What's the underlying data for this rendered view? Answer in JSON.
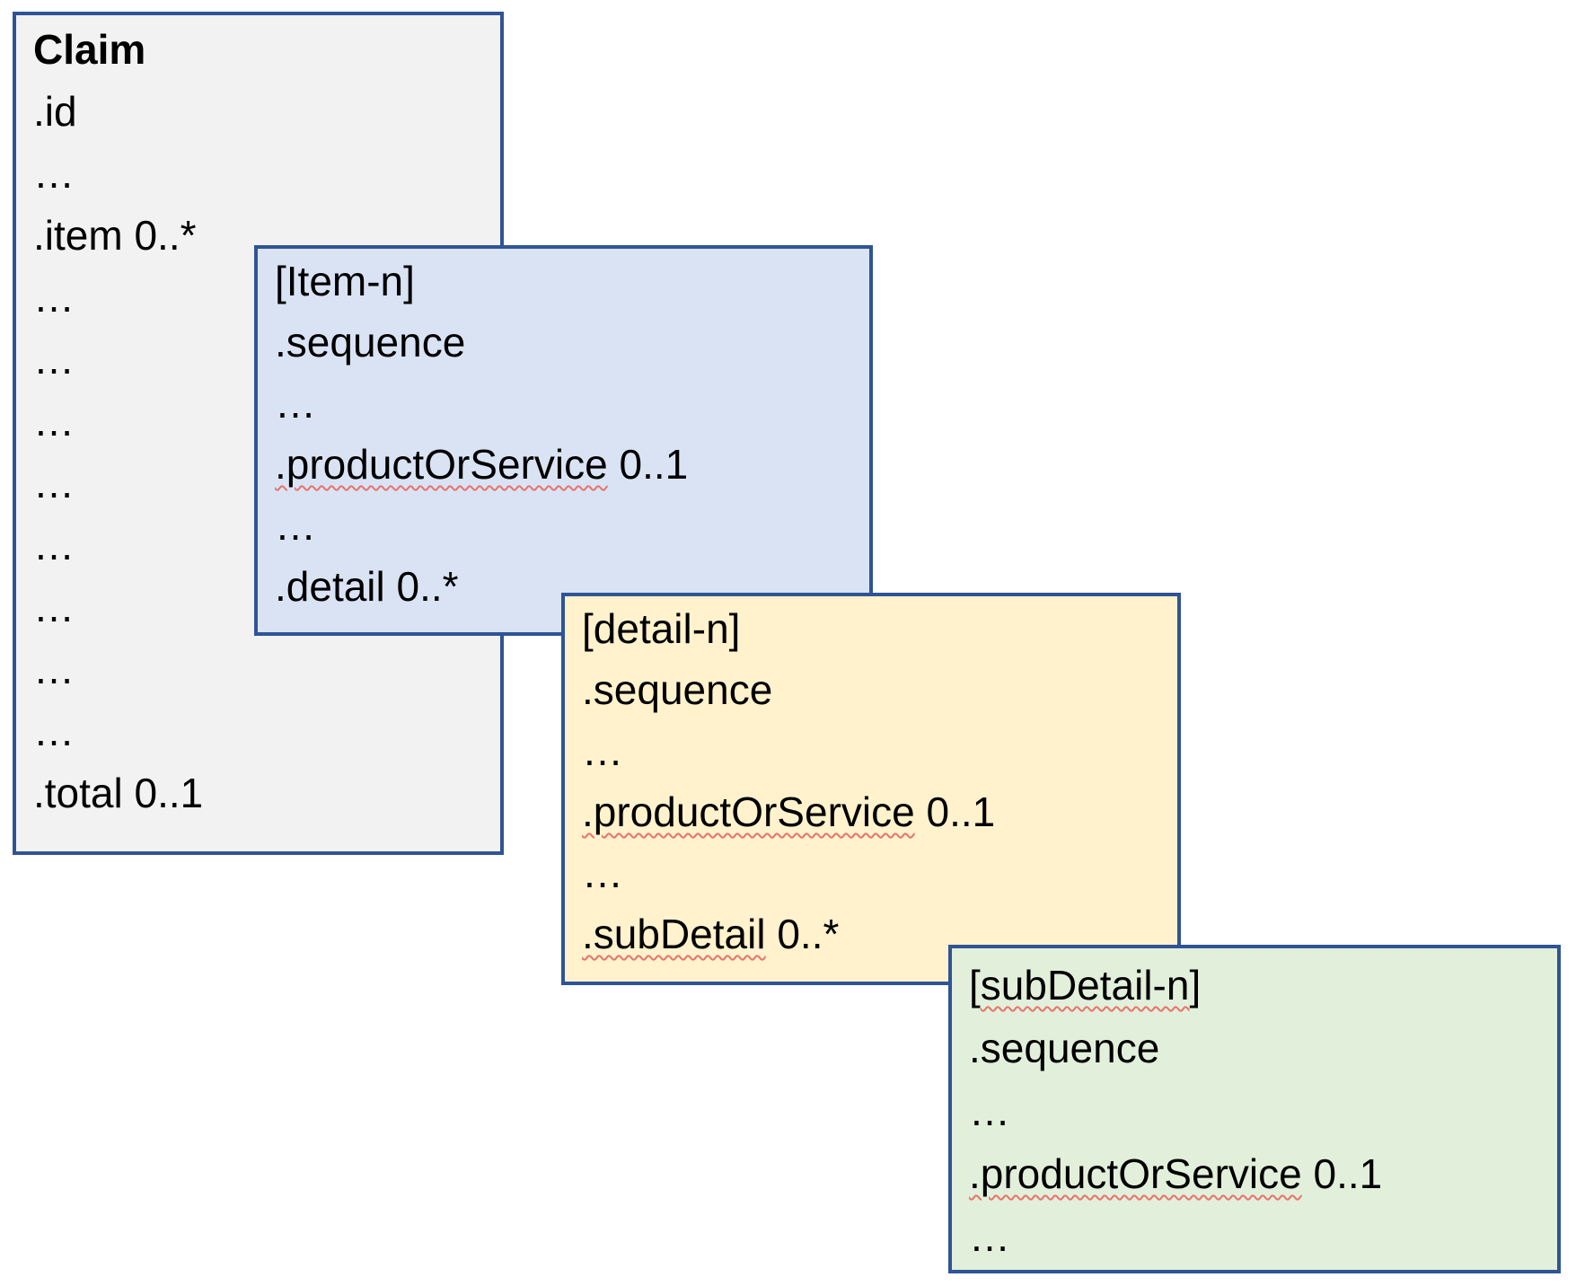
{
  "diagram": {
    "title": "Claim resource nested item structure",
    "border_color": "#2f5496",
    "squiggle_color": "#e8736b",
    "boxes": [
      {
        "name": "claim",
        "fill": "#f2f2f2",
        "lines": [
          {
            "t": "Claim"
          },
          {
            "t": ".id"
          },
          {
            "t": "…"
          },
          {
            "t": ".item 0..*"
          },
          {
            "t": "…"
          },
          {
            "t": "…"
          },
          {
            "t": "…"
          },
          {
            "t": "…"
          },
          {
            "t": "…"
          },
          {
            "t": "…"
          },
          {
            "t": "…"
          },
          {
            "t": "…"
          },
          {
            "t": ".total 0..1"
          }
        ]
      },
      {
        "name": "item",
        "fill": "#dae3f3",
        "lines": [
          {
            "t": "[Item-n]"
          },
          {
            "t": ".sequence"
          },
          {
            "t": "…"
          },
          {
            "sp": ".productOrService",
            "t": " 0..1"
          },
          {
            "t": "…"
          },
          {
            "t": ".detail 0..*"
          }
        ]
      },
      {
        "name": "detail",
        "fill": "#fff2cc",
        "lines": [
          {
            "t": "[detail-n]"
          },
          {
            "t": ".sequence"
          },
          {
            "t": "…"
          },
          {
            "sp": ".productOrService",
            "t": " 0..1"
          },
          {
            "t": "…"
          },
          {
            "sp": ".subDetail",
            "t": " 0..*"
          }
        ]
      },
      {
        "name": "subdetail",
        "fill": "#e2efda",
        "lines": [
          {
            "pre": "[",
            "sp": "subDetail-n",
            "t": "]"
          },
          {
            "t": ".sequence"
          },
          {
            "t": "…"
          },
          {
            "sp": ".productOrService",
            "t": " 0..1"
          },
          {
            "t": "…"
          }
        ]
      }
    ]
  }
}
